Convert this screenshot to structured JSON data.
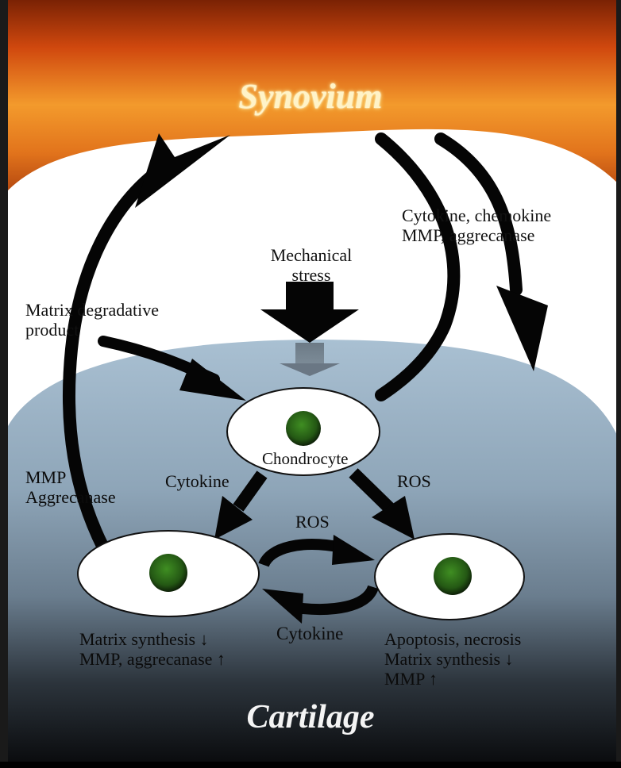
{
  "diagram": {
    "titles": {
      "synovium": "Synovium",
      "cartilage": "Cartilage"
    },
    "labels": {
      "cytokine_chemokine_line1": "Cytokine, chemokine",
      "cytokine_chemokine_line2": "MMP, aggrecanase",
      "mechanical_stress_line1": "Mechanical",
      "mechanical_stress_line2": "stress",
      "matrix_degradative_line1": "Matrix degradative",
      "matrix_degradative_line2": "product",
      "mmp_line1": "MMP",
      "mmp_line2": "Aggrecanase",
      "chondrocyte": "Chondrocyte",
      "cytokine_left": "Cytokine",
      "ros_right": "ROS",
      "ros_middle": "ROS",
      "cytokine_bottom": "Cytokine",
      "left_cell_line1": "Matrix synthesis ↓",
      "left_cell_line2": "MMP, aggrecanase ↑",
      "right_cell_line1": "Apoptosis, necrosis",
      "right_cell_line2": "Matrix synthesis  ↓",
      "right_cell_line3": "MMP  ↑"
    },
    "colors": {
      "synovium_top": "#c83e0c",
      "synovium_mid": "#f08a24",
      "cartilage_top": "#9fb8cc",
      "cartilage_bottom": "#0c0f12",
      "nucleus": "#2f6e1c",
      "arrow": "#050505"
    }
  }
}
